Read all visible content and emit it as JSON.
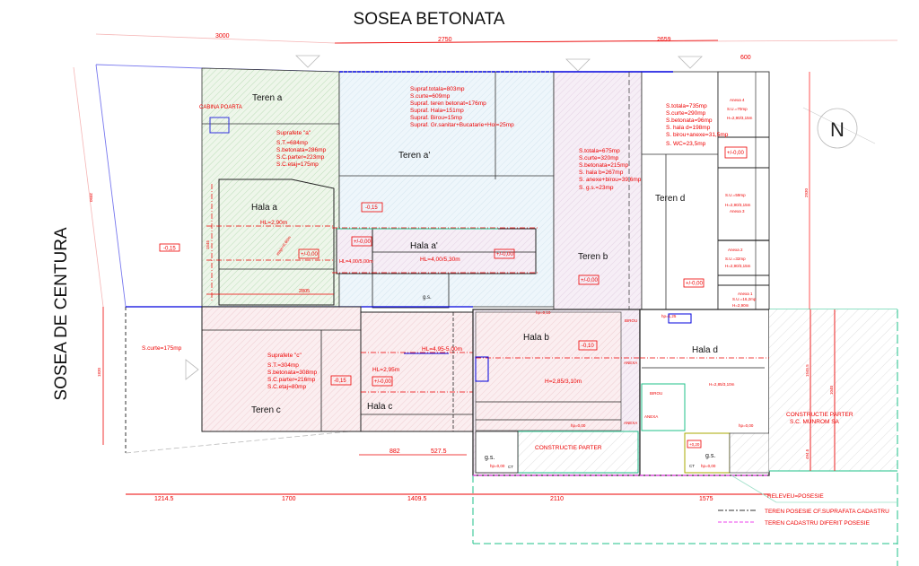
{
  "roads": {
    "top": "SOSEA BETONATA",
    "left": "SOSEA DE CENTURA"
  },
  "north": "N",
  "dimensions": {
    "top": [
      "3000",
      "2750",
      "2659",
      "600"
    ],
    "left": [
      "3890",
      "1830",
      "1545"
    ],
    "right": [
      "2930",
      "1545.5",
      "1040",
      "494.5"
    ],
    "middle": [
      "2805",
      "882",
      "527.5"
    ],
    "bottom": [
      "1214.5",
      "1700",
      "1409.5",
      "2110",
      "1575"
    ]
  },
  "teren_a": {
    "name": "Teren a",
    "gate": "CABINA POARTA",
    "stats": [
      "Suprafete \"a\"",
      "S.T.=684mp",
      "S.betonata=286mp",
      "S.C.parter=223mp",
      "S.C.etaj=175mp"
    ],
    "hala": "Hala a",
    "hl": "HL=2,90m",
    "level": "+/-0,00",
    "extra": "etaje=0,60m",
    "outer_level": "-0,15"
  },
  "teren_a2": {
    "name": "Teren a'",
    "stats": [
      "Supraf.totala=803mp",
      "S.curte=609mp",
      "Supraf. teren betonat=176mp",
      "Supraf. Hala=151mp",
      "Supraf. Birou=15mp",
      "Supraf. Gr.sanitar+Bucatarie+Hol=25mp"
    ],
    "level": "-0,15",
    "hala": "Hala a'",
    "hl": "HL=4,00/5,30m",
    "hl_left": "HL=4,00/5,00m",
    "levels": [
      "+/-0,00",
      "+/-0,00"
    ],
    "gs": "g.s."
  },
  "teren_b": {
    "name": "Teren b",
    "stats": [
      "S.totala=675mp",
      "S.curte=320mp",
      "S.betonata=215mp",
      "S. hala b=267mp",
      "S. anexe+birou=39,6mp",
      "S. g.s.=23mp"
    ],
    "level": "+/-0,00",
    "hala": "Hala b",
    "hala_level": "-0,10",
    "h": "H=2,85/3,10m",
    "rooms": [
      "BIROU",
      "ANEXA",
      "ANEXA"
    ],
    "hp": [
      "hp=0,10",
      "hp=0,00",
      "hp=0,00"
    ],
    "gs": "g.s.",
    "ct": "CT",
    "partner": "CONSTRUCTIE PARTER"
  },
  "teren_d": {
    "name": "Teren d",
    "stats": [
      "S.totala=735mp",
      "S.curte=290mp",
      "S.betonata=96mp",
      "S. hala d=198mp",
      "S. birou+anexe=31,5mp",
      "S. WC=23,5mp"
    ],
    "level": "+/-0,00",
    "level2": "+/-0,00",
    "hala": "Hala d",
    "h": "H=2,85/3,10m",
    "rooms": [
      "BIROU",
      "ANEXA"
    ],
    "hp": [
      "hp=1,25",
      "hp=0,00",
      "hp=0,00"
    ],
    "gs": "g.s.",
    "ct": "CT",
    "wc_level": "+0,20",
    "annexes": [
      {
        "name": "Anexa 4",
        "su": "S.U.=70mp",
        "h": "H=2,90/3,15m"
      },
      {
        "name": "Anexa 3",
        "su": "S.U.=59mp",
        "h": "H=2,90/3,15m"
      },
      {
        "name": "Anexa 2",
        "su": "S.U.=32mp",
        "h": "H=2,90/3,15m"
      },
      {
        "name": "Anexa 1",
        "su": "S.U.=16,2mp",
        "h": "H=2,90m"
      }
    ]
  },
  "teren_c": {
    "name": "Teren c",
    "stats": [
      "Suprafete \"c\"",
      "S.T.=304mp",
      "S.betonata=308mp",
      "S.C.parter=216mp",
      "S.C.etaj=80mp"
    ],
    "level": "-0,15",
    "hala": "Hala c",
    "hl": "HL=2,95m",
    "hala_level": "+/-0,00",
    "hl2": "HL=4,95-5,00m",
    "curte": "S.curte=175mp"
  },
  "neighbor": {
    "line1": "CONSTRUCTIE PARTER",
    "line2": "S.C. MUNROM SA"
  },
  "legend": [
    {
      "text": "RELEVEU=POSESIE",
      "style": "green-solid"
    },
    {
      "text": "TEREN POSESIE CF.SUPRAFATA CADASTRU",
      "style": "black-dashdot"
    },
    {
      "text": "TEREN CADASTRU DIFERIT POSESIE",
      "style": "magenta-dashed"
    }
  ],
  "colors": {
    "dim": "#ee0000",
    "green": "#1fc08a",
    "blue": "#0000dd",
    "magenta": "#ee44ee"
  }
}
